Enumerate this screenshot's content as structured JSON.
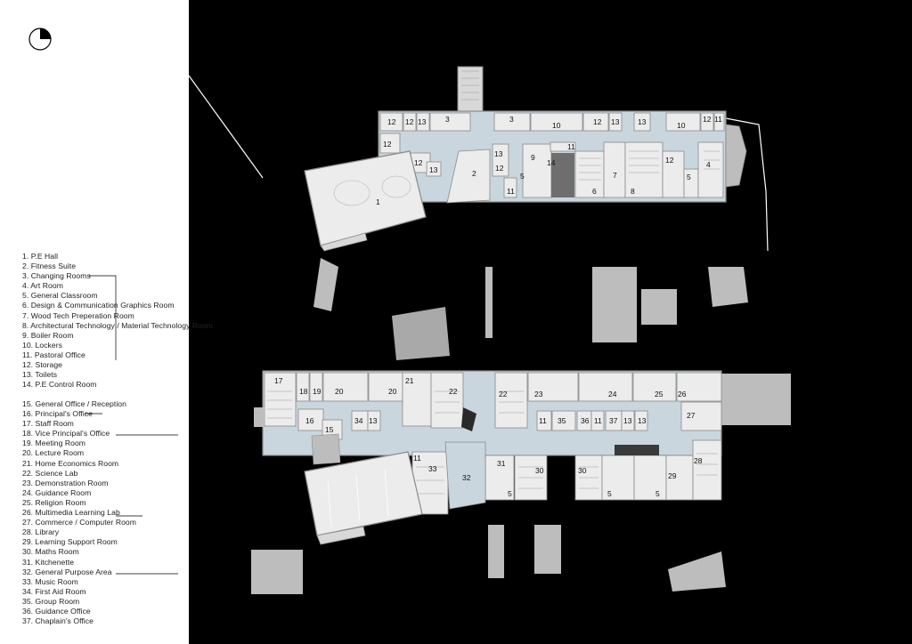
{
  "colors": {
    "background": "#000000",
    "panel": "#ffffff",
    "circulation": "#c9d6de",
    "room": "#ececec",
    "wall": "#8a8a8a",
    "terrain": "#bdbdbd"
  },
  "legend": {
    "group_1": [
      "1. P.E Hall",
      "2. Fitness Suite",
      "3. Changing Rooms",
      "4. Art Room",
      "5. General Classroom",
      "6. Design & Communication Graphics Room",
      "7. Wood Tech Preperation Room",
      "8. Architectural Technology / Material Technology Room",
      "9. Boiler Room",
      "10. Lockers",
      "11. Pastoral Office",
      "12. Storage",
      "13. Toilets",
      "14. P.E Control Room"
    ],
    "group_2": [
      "15. General Office / Reception",
      "16. Principal's Office",
      "17. Staff Room",
      "18. Vice Principal's Office",
      "19. Meeting Room",
      "20. Lecture Room",
      "21. Home Economics Room",
      "22. Science Lab",
      "23. Demonstration Room",
      "24. Guidance Room",
      "25. Religion Room",
      "26. Multimedia Learning Lab",
      "27. Commerce / Computer Room",
      "28. Library",
      "29. Learning Support Room",
      "30. Maths Room",
      "31. Kitchenette",
      "32. General Purpose Area",
      "33. Music Room",
      "34. First Aid Room",
      "35. Group Room",
      "36. Guidance Office",
      "37. Chaplain's Office"
    ]
  },
  "upper_plan_labels": [
    "12",
    "12",
    "13",
    "3",
    "3",
    "12",
    "13",
    "13",
    "12",
    "11",
    "10",
    "10",
    "12",
    "12",
    "13",
    "2",
    "13",
    "12",
    "11",
    "9",
    "14",
    "5",
    "6",
    "7",
    "8",
    "12",
    "5",
    "4",
    "1",
    "11"
  ],
  "lower_plan_labels": [
    "17",
    "18",
    "19",
    "20",
    "20",
    "21",
    "22",
    "22",
    "23",
    "24",
    "25",
    "26",
    "16",
    "15",
    "34",
    "13",
    "11",
    "35",
    "36",
    "11",
    "37",
    "13",
    "13",
    "27",
    "11",
    "33",
    "32",
    "31",
    "30",
    "30",
    "5",
    "5",
    "5",
    "28",
    "29"
  ]
}
